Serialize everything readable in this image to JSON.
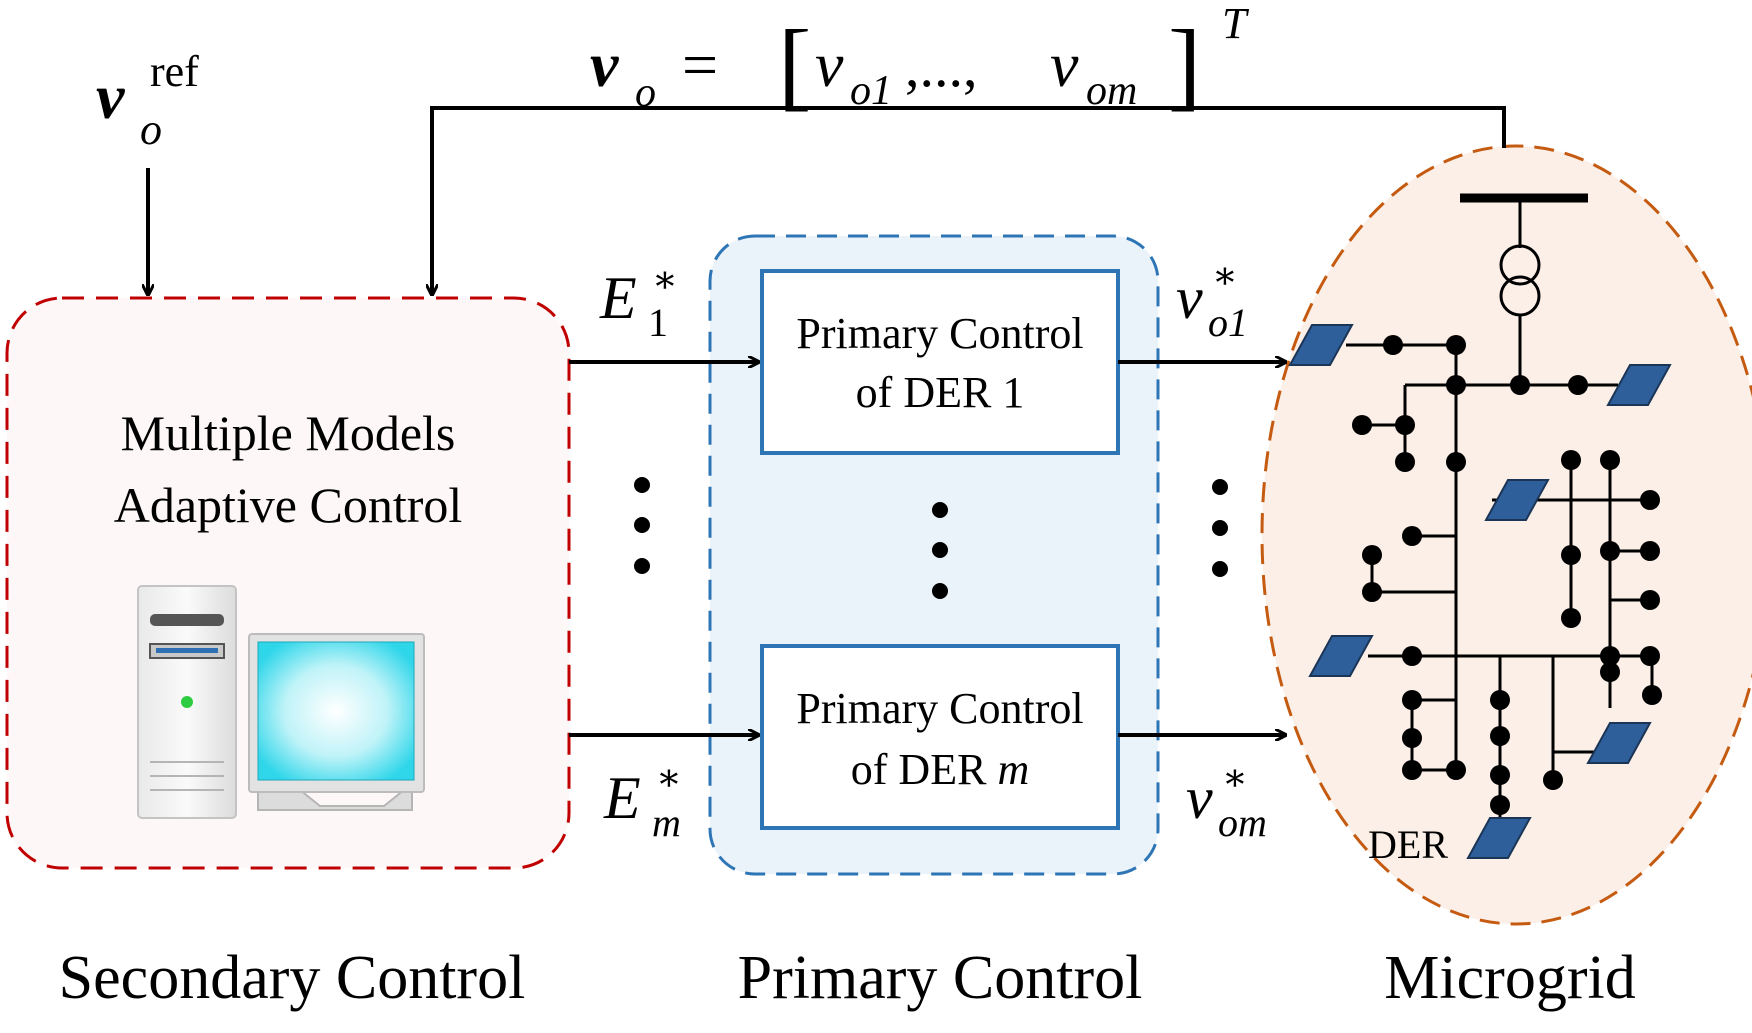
{
  "colors": {
    "secondary_border": "#c00000",
    "secondary_fill": "#fdf7f7",
    "primary_border": "#2e75b6",
    "primary_fill": "#eaf2fa",
    "primary_box_border": "#2e75b6",
    "microgrid_border": "#c55a11",
    "microgrid_fill": "#fbefe7",
    "der_fill": "#2e5f9a",
    "line": "#000000"
  },
  "labels": {
    "secondary_title_line1": "Multiple Models",
    "secondary_title_line2": "Adaptive Control",
    "der_box1_line1": "Primary Control",
    "der_box1_line2": "of DER 1",
    "der_boxm_line1": "Primary Control",
    "der_boxm_line2_prefix": "of DER ",
    "der_boxm_line2_var": "m",
    "der_label": "DER",
    "caption_secondary": "Secondary Control",
    "caption_primary": "Primary Control",
    "caption_microgrid": "Microgrid"
  },
  "math": {
    "ref_symbol": "v",
    "ref_sub": "o",
    "ref_sup": "ref",
    "vo_symbol": "v",
    "vo_sub": "o",
    "vo_equals": "=",
    "vo_open": "[",
    "vo_v1": "v",
    "vo_v1_sub": "o1",
    "vo_sep": ",...,",
    "vo_vm": "v",
    "vo_vm_sub": "om",
    "vo_close": "]",
    "vo_sup": "T",
    "e1_symbol": "E",
    "e1_sub": "1",
    "e1_sup": "∗",
    "em_symbol": "E",
    "em_sub": "m",
    "em_sup": "∗",
    "vo1_symbol": "v",
    "vo1_sub": "o1",
    "vo1_sup": "∗",
    "vom_symbol": "v",
    "vom_sub": "om",
    "vom_sup": "∗"
  },
  "icons": {
    "computer": "computer-icon",
    "monitor": "monitor-icon",
    "transformer": "transformer-icon",
    "der": "der-icon"
  }
}
